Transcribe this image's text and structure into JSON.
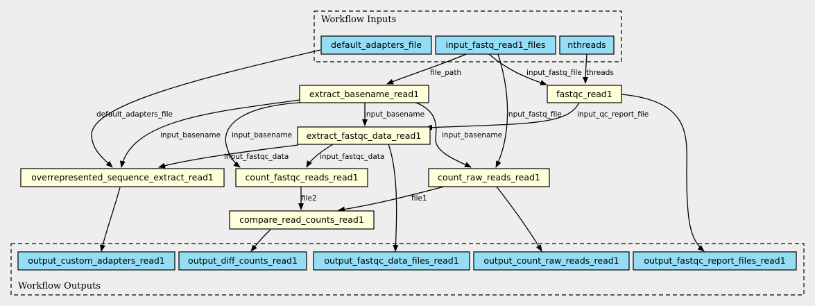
{
  "clusters": {
    "inputs": "Workflow Inputs",
    "outputs": "Workflow Outputs"
  },
  "nodes": {
    "default_adapters_file": "default_adapters_file",
    "input_fastq_read1_files": "input_fastq_read1_files",
    "nthreads": "nthreads",
    "extract_basename_read1": "extract_basename_read1",
    "fastqc_read1": "fastqc_read1",
    "extract_fastqc_data_read1": "extract_fastqc_data_read1",
    "overrepresented_sequence_extract_read1": "overrepresented_sequence_extract_read1",
    "count_fastqc_reads_read1": "count_fastqc_reads_read1",
    "count_raw_reads_read1": "count_raw_reads_read1",
    "compare_read_counts_read1": "compare_read_counts_read1",
    "output_custom_adapters_read1": "output_custom_adapters_read1",
    "output_diff_counts_read1": "output_diff_counts_read1",
    "output_fastqc_data_files_read1": "output_fastqc_data_files_read1",
    "output_count_raw_reads_read1": "output_count_raw_reads_read1",
    "output_fastqc_report_files_read1": "output_fastqc_report_files_read1"
  },
  "edge_labels": {
    "file_path": "file_path",
    "input_fastq_file": "input_fastq_file",
    "threads": "threads",
    "default_adapters_file": "default_adapters_file",
    "input_basename_1": "input_basename",
    "input_basename_2": "input_basename",
    "input_basename_3": "input_basename",
    "input_basename_4": "input_basename",
    "input_fastq_file_2": "input_fastq_file",
    "input_qc_report_file": "input_qc_report_file",
    "input_fastqc_data_1": "input_fastqc_data",
    "input_fastqc_data_2": "input_fastqc_data",
    "file2": "file2",
    "file1": "file1"
  }
}
